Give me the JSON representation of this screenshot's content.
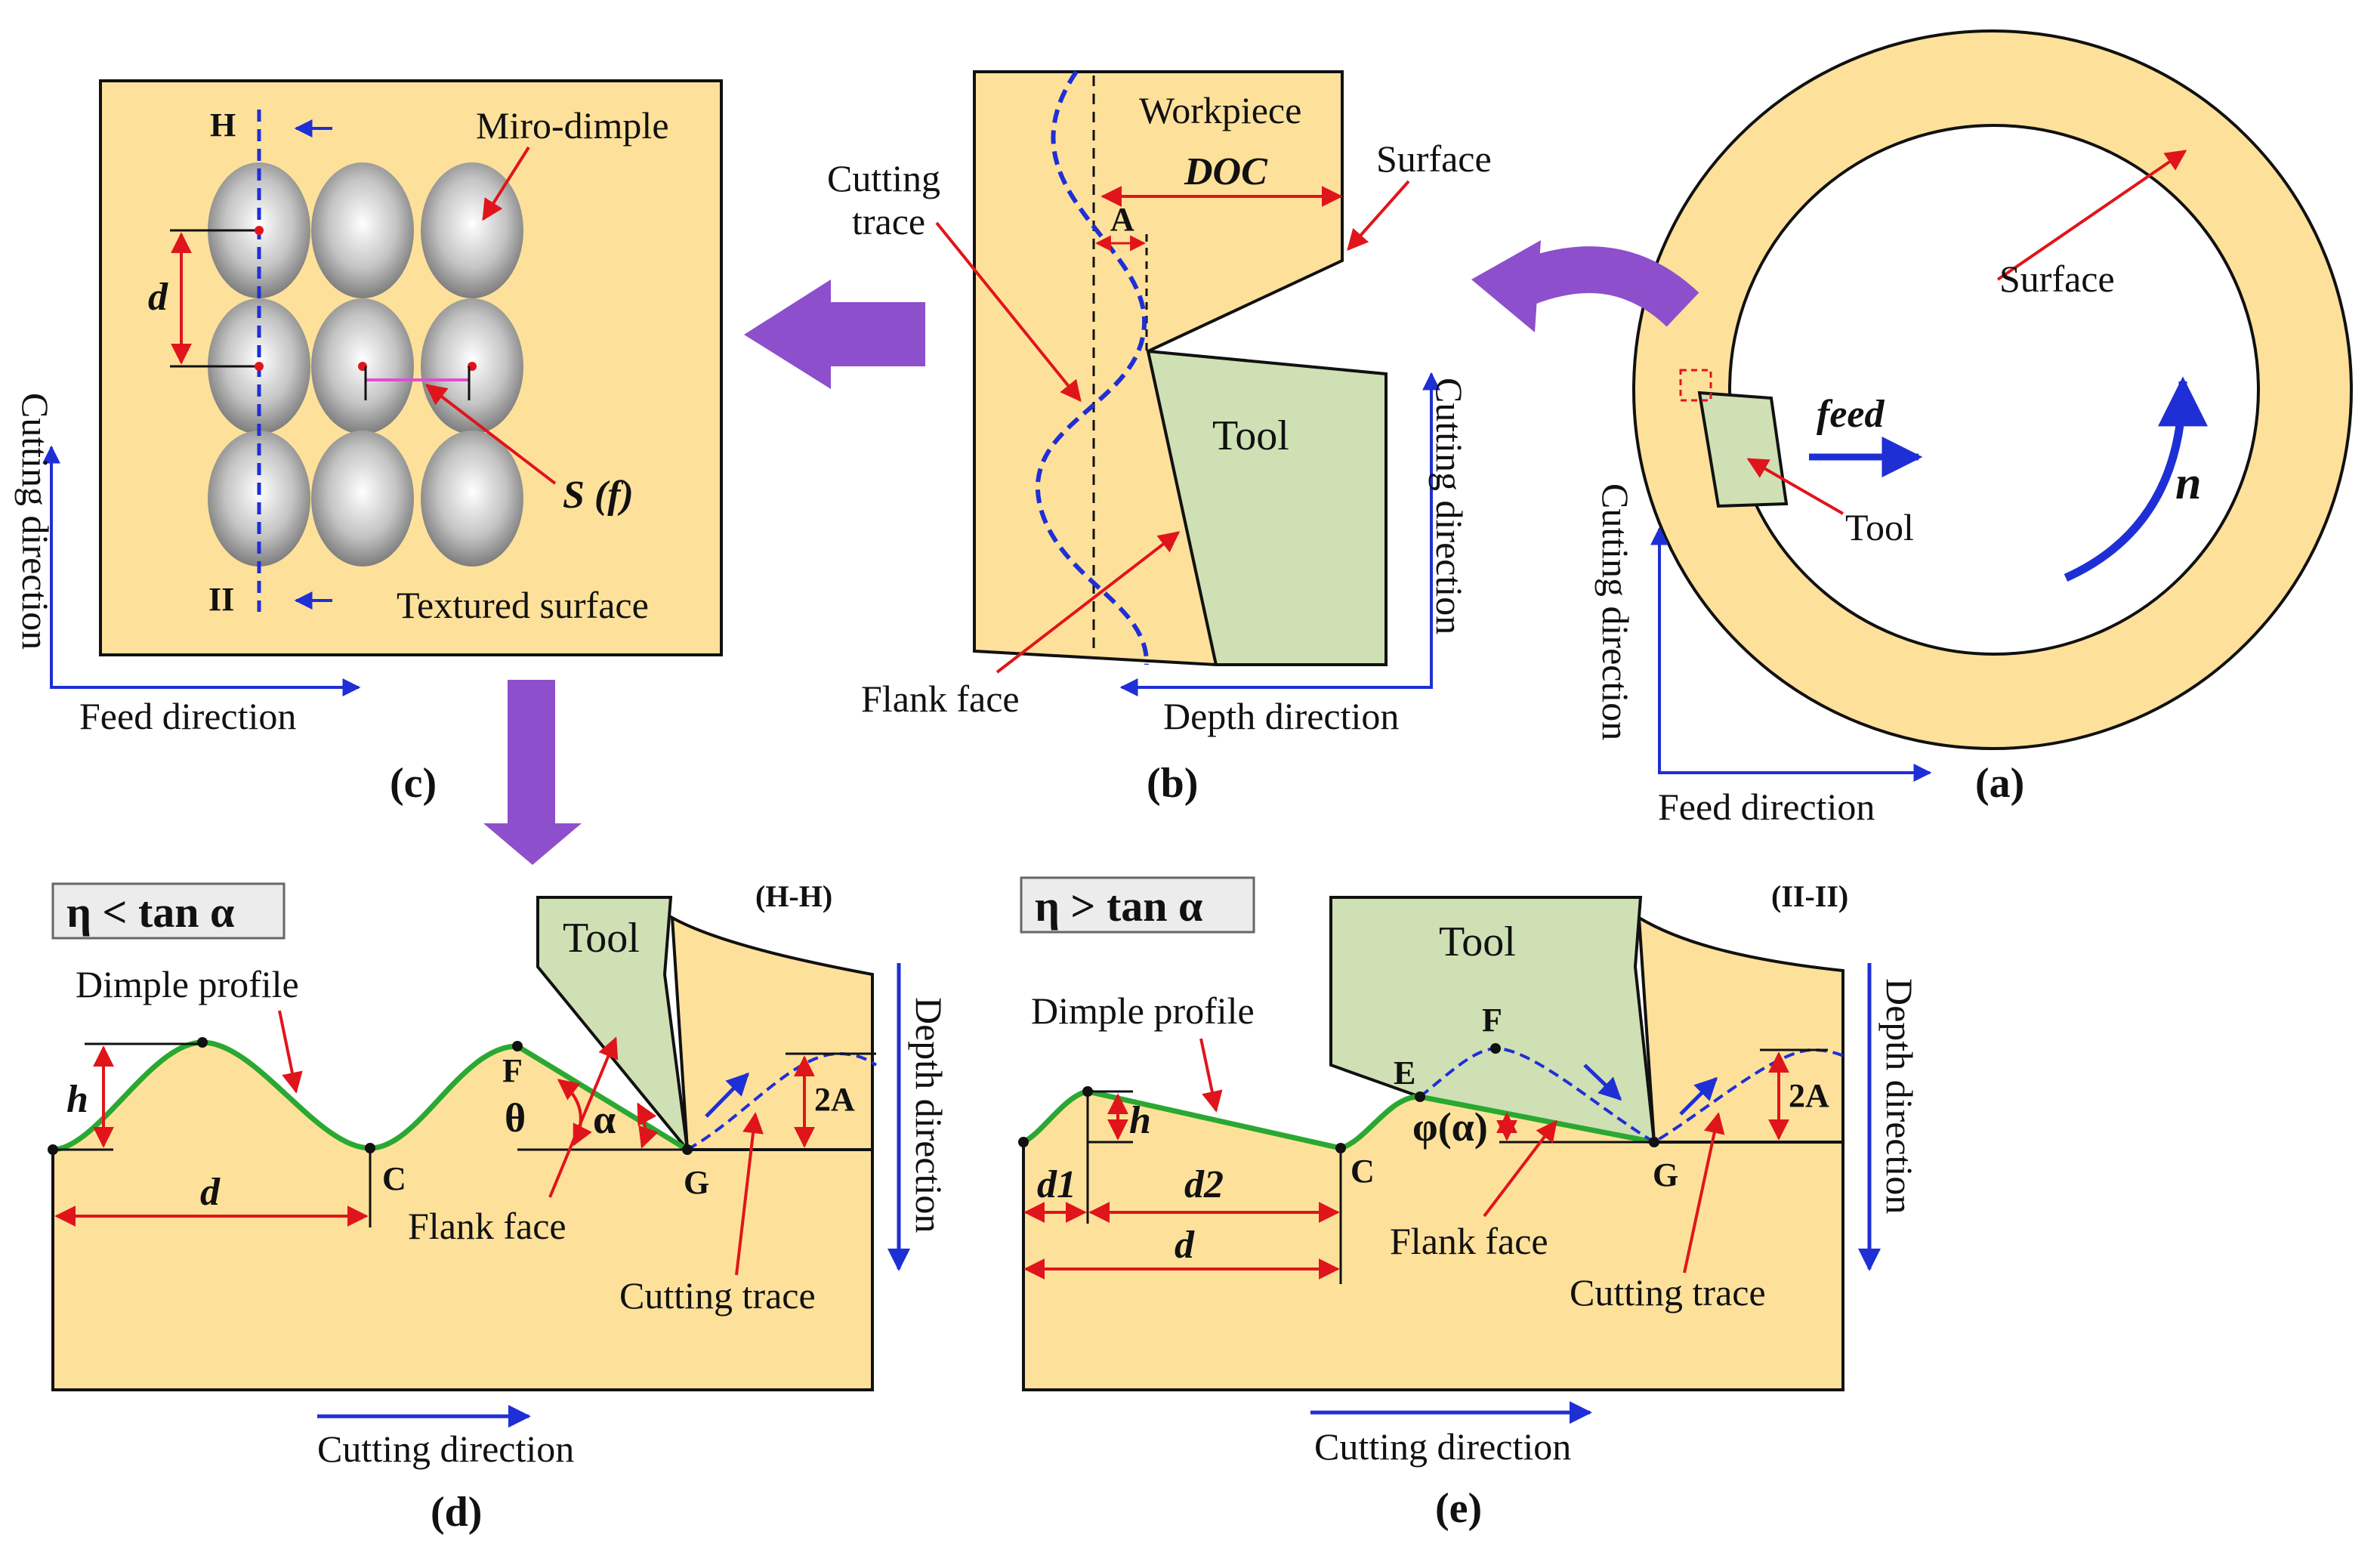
{
  "colors": {
    "workpiece": "#fde19b",
    "tool": "#cfe0b4",
    "arrow_purple": "#8e4fcc",
    "red": "#e0151b",
    "blue": "#1f2fd6",
    "green": "#2aa832",
    "outline": "#111111"
  },
  "panel_a": {
    "letter": "(a)",
    "surface_label": "Surface",
    "feed_label": "feed",
    "tool_label": "Tool",
    "rotation_label": "n",
    "cutting_direction": "Cutting direction",
    "feed_direction": "Feed direction"
  },
  "panel_b": {
    "letter": "(b)",
    "workpiece_label": "Workpiece",
    "doc_label": "DOC",
    "surface_label": "Surface",
    "cutting_trace_line1": "Cutting",
    "cutting_trace_line2": "trace",
    "amplitude_label": "A",
    "tool_label": "Tool",
    "flank_face_label": "Flank face",
    "cutting_direction": "Cutting direction",
    "depth_direction": "Depth direction"
  },
  "panel_c": {
    "letter": "(c)",
    "section_top": "H",
    "section_bottom": "II",
    "dimple_label": "Miro-dimple",
    "spacing_label": "d",
    "feed_spacing_label": "S (f)",
    "textured_label": "Textured surface",
    "cutting_direction": "Cutting direction",
    "feed_direction": "Feed direction"
  },
  "panel_d": {
    "letter": "(d)",
    "condition": "η < tan α",
    "section": "(H-H)",
    "tool_label": "Tool",
    "dimple_profile": "Dimple profile",
    "height_label": "h",
    "spacing_label": "d",
    "point_c": "C",
    "point_f": "F",
    "point_g": "G",
    "theta_label": "θ",
    "alpha_label": "α",
    "amplitude_label": "2A",
    "flank_face": "Flank face",
    "cutting_trace": "Cutting trace",
    "depth_direction": "Depth direction",
    "cutting_direction": "Cutting direction"
  },
  "panel_e": {
    "letter": "(e)",
    "condition": "η > tan α",
    "section": "(II-II)",
    "tool_label": "Tool",
    "dimple_profile": "Dimple profile",
    "height_label": "h",
    "d1_label": "d1",
    "d2_label": "d2",
    "spacing_label": "d",
    "point_c": "C",
    "point_e": "E",
    "point_f": "F",
    "point_g": "G",
    "phi_label": "φ(α)",
    "amplitude_label": "2A",
    "flank_face": "Flank face",
    "cutting_trace": "Cutting trace",
    "depth_direction": "Depth direction",
    "cutting_direction": "Cutting direction"
  }
}
